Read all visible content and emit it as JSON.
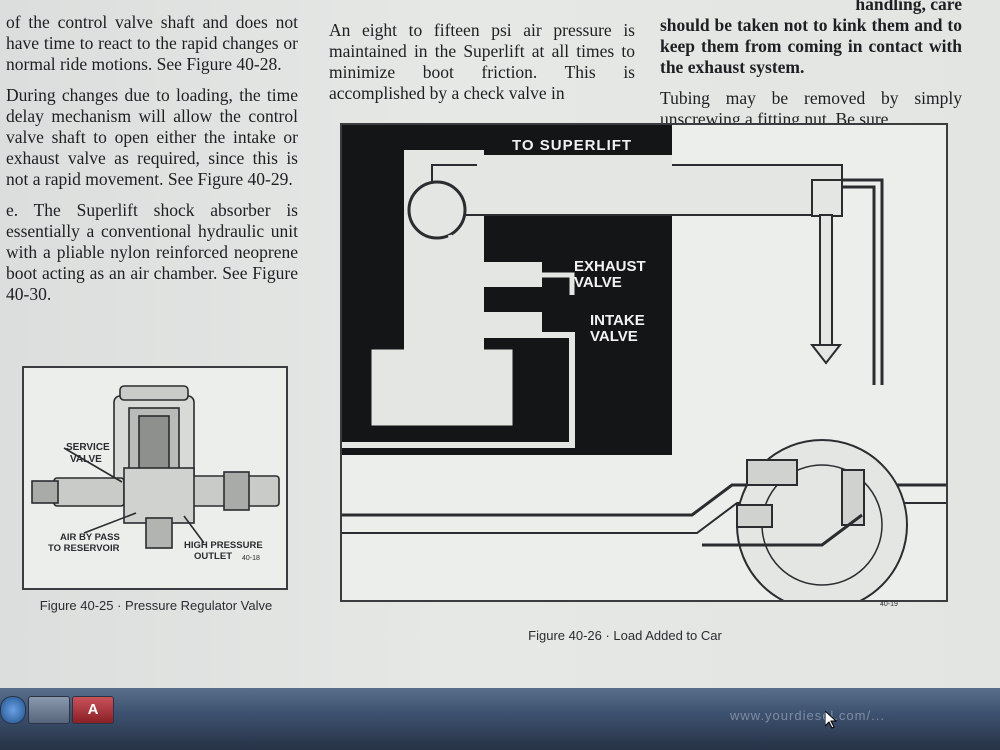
{
  "column1": {
    "para1": "of the control valve shaft and does not have time to react to the rapid changes or normal ride motions. See Figure 40-28.",
    "para2": "During changes due to loading, the time delay mechanism will allow the control valve shaft to open either the intake or exhaust valve as required, since this is not a rapid movement. See Figure 40-29.",
    "para3": "e. The Superlift shock absorber is essentially a conventional hydraulic unit with a pliable nylon reinforced neoprene boot acting as an air chamber. See Figure 40-30."
  },
  "column2": {
    "para1": "An eight to fifteen psi air pressure is maintained in the Superlift at all times to minimize boot friction. This is accomplished by a check valve in"
  },
  "column3": {
    "partial_top": "handling, care",
    "bold_text": "should be taken not to kink them and to keep them from coming in contact with the exhaust system.",
    "para2": "Tubing may be removed by simply unscrewing a fitting nut. Be sure"
  },
  "figure25": {
    "label_service": "SERVICE VALVE",
    "label_air": "AIR BY PASS TO RESERVOIR",
    "label_high": "HIGH PRESSURE OUTLET",
    "code": "40-18",
    "caption": "Figure 40-25 · Pressure Regulator Valve"
  },
  "figure26": {
    "label_superlift": "TO SUPERLIFT",
    "label_exhaust": "EXHAUST VALVE",
    "label_intake": "INTAKE VALVE",
    "code": "40-19",
    "caption": "Figure 40-26 · Load Added to Car"
  },
  "taskbar": {
    "pdf_icon_label": "A",
    "url_text": "www.yourdiesel.com/...",
    "icons": [
      "windows-start-icon",
      "file-explorer-icon",
      "pdf-reader-icon"
    ]
  }
}
